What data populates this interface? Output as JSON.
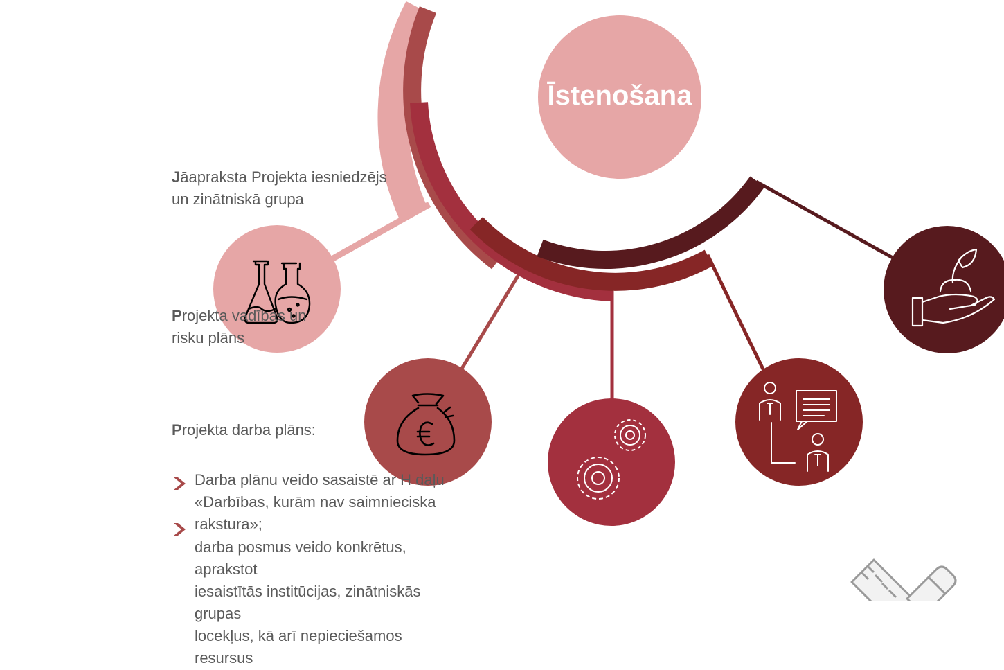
{
  "center": {
    "label": "Īstenošana"
  },
  "colors": {
    "pink_light": "#E6A6A6",
    "rose": "#D9787E",
    "brick": "#A84A4A",
    "crimson": "#A3303E",
    "maroon": "#862626",
    "dark": "#571A1E"
  },
  "texts": {
    "item1": {
      "lead": "J",
      "line1_rest": "āapraksta Projekta iesniedzējs",
      "line2": "un zinātniskā grupa"
    },
    "item2": {
      "lead": "P",
      "line1_rest": "rojekta vadības un",
      "line2": "risku plāns"
    },
    "item3": {
      "lead": "P",
      "line1_rest": "rojekta darba plāns:"
    }
  },
  "bullets": [
    {
      "line1": "Darba plānu veido sasaistē ar H daļu",
      "line2": "«Darbības, kurām nav saimnieciska rakstura»;"
    },
    {
      "line1": "darba posmus veido konkrētus, aprakstot",
      "line2": "iesaistītās institūcijas, zinātniskās grupas",
      "line3": "locekļus, kā arī nepieciešamos resursus"
    }
  ],
  "icons": [
    "flask-icon",
    "money-bag-euro-icon",
    "gears-icon",
    "meeting-chat-icon",
    "plant-in-hand-icon",
    "pencil-ruler-icon"
  ]
}
